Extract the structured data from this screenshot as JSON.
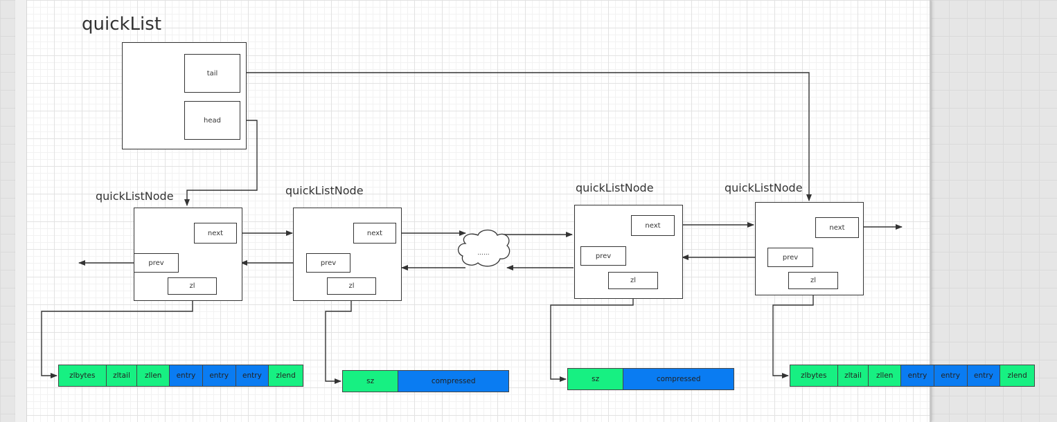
{
  "quicklist": {
    "title": "quickList",
    "tail_label": "tail",
    "head_label": "head"
  },
  "nodes": [
    {
      "title": "quickListNode",
      "next": "next",
      "prev": "prev",
      "zl": "zl"
    },
    {
      "title": "quickListNode",
      "next": "next",
      "prev": "prev",
      "zl": "zl"
    },
    {
      "title": "quickListNode",
      "next": "next",
      "prev": "prev",
      "zl": "zl"
    },
    {
      "title": "quickListNode",
      "next": "next",
      "prev": "prev",
      "zl": "zl"
    }
  ],
  "cloud_label": "......",
  "ziplists": [
    {
      "cells": [
        "zlbytes",
        "zltail",
        "zllen",
        "entry",
        "entry",
        "entry",
        "zlend"
      ]
    },
    {
      "cells": [
        "sz",
        "compressed"
      ]
    },
    {
      "cells": [
        "sz",
        "compressed"
      ]
    },
    {
      "cells": [
        "zlbytes",
        "zltail",
        "zllen",
        "entry",
        "entry",
        "entry",
        "zlend"
      ]
    }
  ],
  "colors": {
    "green": "#17f082",
    "blue": "#0a7cf2",
    "line": "#333333"
  }
}
